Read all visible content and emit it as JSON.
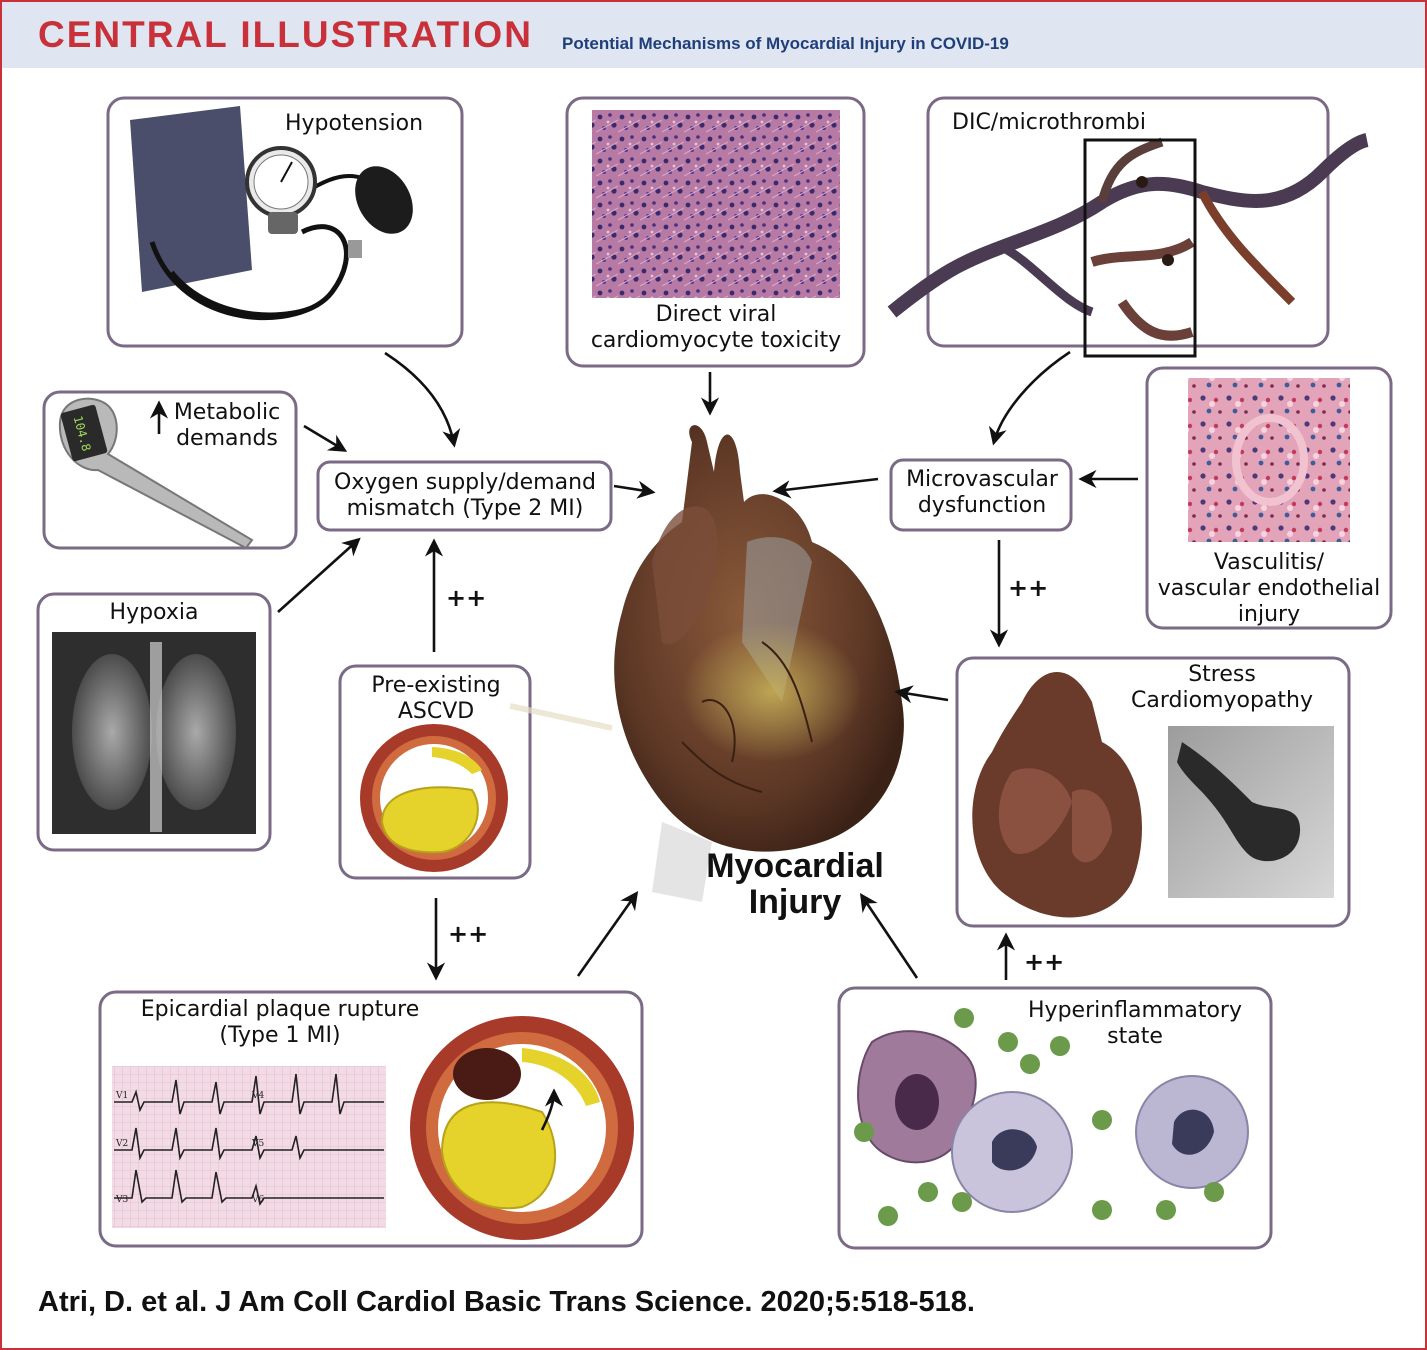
{
  "header": {
    "title": "CENTRAL ILLUSTRATION",
    "subtitle": "Potential Mechanisms of Myocardial Injury in COVID-19"
  },
  "nodes": {
    "hypotension": "Hypotension",
    "direct_viral": "Direct viral\ncardiomyocyte toxicity",
    "dic": "DIC/microthrombi",
    "metabolic": "Metabolic\ndemands",
    "oxygen": "Oxygen supply/demand\nmismatch (Type 2 MI)",
    "microvascular": "Microvascular\ndysfunction",
    "vasculitis": "Vasculitis/\nvascular endothelial\ninjury",
    "hypoxia": "Hypoxia",
    "preexisting": "Pre-existing\nASCVD",
    "stress": "Stress\nCardiomyopathy",
    "epicardial": "Epicardial plaque rupture\n(Type 1 MI)",
    "hyperinflammatory": "Hyperinflammatory\nstate",
    "myocardial": "Myocardial\nInjury"
  },
  "thermometer_reading": "104.8",
  "ecg_leads": [
    "V1",
    "V2",
    "V3",
    "V4",
    "V5",
    "V6"
  ],
  "plus_label": "++",
  "citation": "Atri, D. et al. J Am Coll Cardiol Basic Trans Science. 2020;5:518-518.",
  "colors": {
    "accent_red": "#c8313a",
    "header_bg": "#dfe6f1",
    "subtitle_blue": "#1f3f7a",
    "box_border": "#7a6a86"
  }
}
